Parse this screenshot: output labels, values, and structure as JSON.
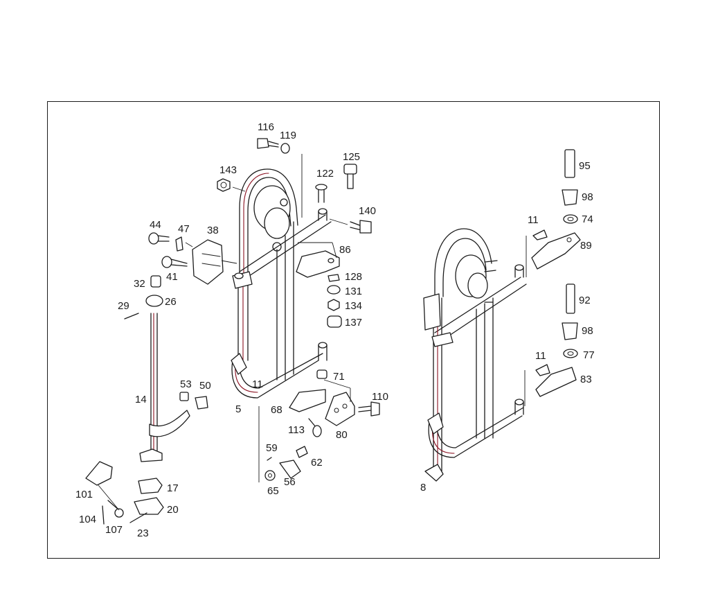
{
  "diagram": {
    "callouts": [
      {
        "id": "c116",
        "label": "116"
      },
      {
        "id": "c119",
        "label": "119"
      },
      {
        "id": "c125",
        "label": "125"
      },
      {
        "id": "c143",
        "label": "143"
      },
      {
        "id": "c122",
        "label": "122"
      },
      {
        "id": "c140",
        "label": "140"
      },
      {
        "id": "c44",
        "label": "44"
      },
      {
        "id": "c47",
        "label": "47"
      },
      {
        "id": "c38",
        "label": "38"
      },
      {
        "id": "c86",
        "label": "86"
      },
      {
        "id": "c128",
        "label": "128"
      },
      {
        "id": "c131",
        "label": "131"
      },
      {
        "id": "c134",
        "label": "134"
      },
      {
        "id": "c137",
        "label": "137"
      },
      {
        "id": "c41",
        "label": "41"
      },
      {
        "id": "c32",
        "label": "32"
      },
      {
        "id": "c29",
        "label": "29"
      },
      {
        "id": "c26",
        "label": "26"
      },
      {
        "id": "c14",
        "label": "14"
      },
      {
        "id": "c53",
        "label": "53"
      },
      {
        "id": "c50",
        "label": "50"
      },
      {
        "id": "c5",
        "label": "5"
      },
      {
        "id": "c11a",
        "label": "11"
      },
      {
        "id": "c71",
        "label": "71"
      },
      {
        "id": "c110",
        "label": "110"
      },
      {
        "id": "c68",
        "label": "68"
      },
      {
        "id": "c113",
        "label": "113"
      },
      {
        "id": "c80",
        "label": "80"
      },
      {
        "id": "c59",
        "label": "59"
      },
      {
        "id": "c62",
        "label": "62"
      },
      {
        "id": "c56",
        "label": "56"
      },
      {
        "id": "c65",
        "label": "65"
      },
      {
        "id": "c17",
        "label": "17"
      },
      {
        "id": "c101",
        "label": "101"
      },
      {
        "id": "c20",
        "label": "20"
      },
      {
        "id": "c104",
        "label": "104"
      },
      {
        "id": "c107",
        "label": "107"
      },
      {
        "id": "c23",
        "label": "23"
      },
      {
        "id": "c95",
        "label": "95"
      },
      {
        "id": "c98a",
        "label": "98"
      },
      {
        "id": "c11b",
        "label": "11"
      },
      {
        "id": "c74",
        "label": "74"
      },
      {
        "id": "c89",
        "label": "89"
      },
      {
        "id": "c92",
        "label": "92"
      },
      {
        "id": "c98b",
        "label": "98"
      },
      {
        "id": "c11c",
        "label": "11"
      },
      {
        "id": "c77",
        "label": "77"
      },
      {
        "id": "c83",
        "label": "83"
      },
      {
        "id": "c8",
        "label": "8"
      }
    ],
    "colors": {
      "line": "#1b1b1b",
      "accent": "#8a1020",
      "frame": "#1a1a1a"
    }
  }
}
